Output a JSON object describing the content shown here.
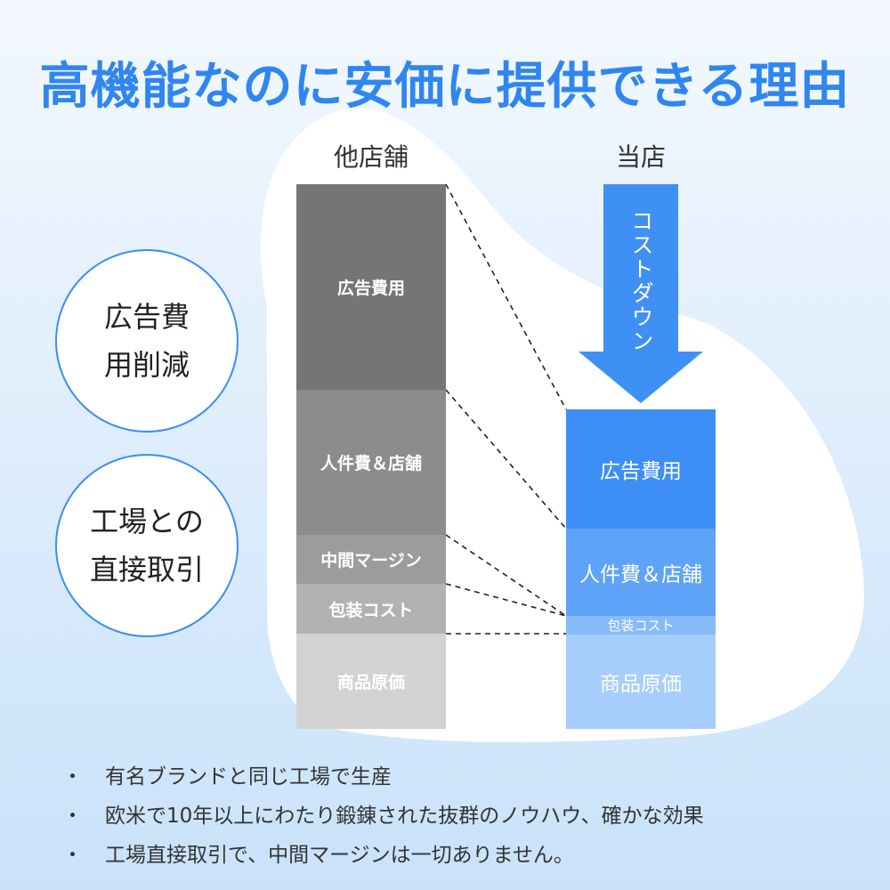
{
  "title": "高機能なのに安価に提供できる理由",
  "columns": {
    "other": "他店舗",
    "ours": "当店"
  },
  "arrow_label": "コストダウン",
  "other_segments": [
    {
      "label": "広告費用",
      "color": "#757575"
    },
    {
      "label": "人件費＆店舗",
      "color": "#8c8c8c"
    },
    {
      "label": "中間マージン",
      "color": "#9c9c9c"
    },
    {
      "label": "包装コスト",
      "color": "#b2b2b2"
    },
    {
      "label": "商品原価",
      "color": "#d2d2d2"
    }
  ],
  "our_segments": [
    {
      "label": "広告費用",
      "color": "#3d8ff5"
    },
    {
      "label": "人件費＆店舗",
      "color": "#5ea3f7"
    },
    {
      "label": "包装コスト",
      "color": "#86bbf9"
    },
    {
      "label": "商品原価",
      "color": "#a6cdfb"
    }
  ],
  "circles": [
    {
      "line1": "広告費",
      "line2": "用削減"
    },
    {
      "line1": "工場との",
      "line2": "直接取引"
    }
  ],
  "bullets": [
    "有名ブランドと同じ工場で生産",
    "欧米で10年以上にわたり鍛錬された抜群のノウハウ、確かな効果",
    "工場直接取引で、中間マージンは一切ありません。"
  ],
  "bullet_marker": "・",
  "colors": {
    "accent": "#2f86f0",
    "circle_border": "#3d8ff0"
  }
}
